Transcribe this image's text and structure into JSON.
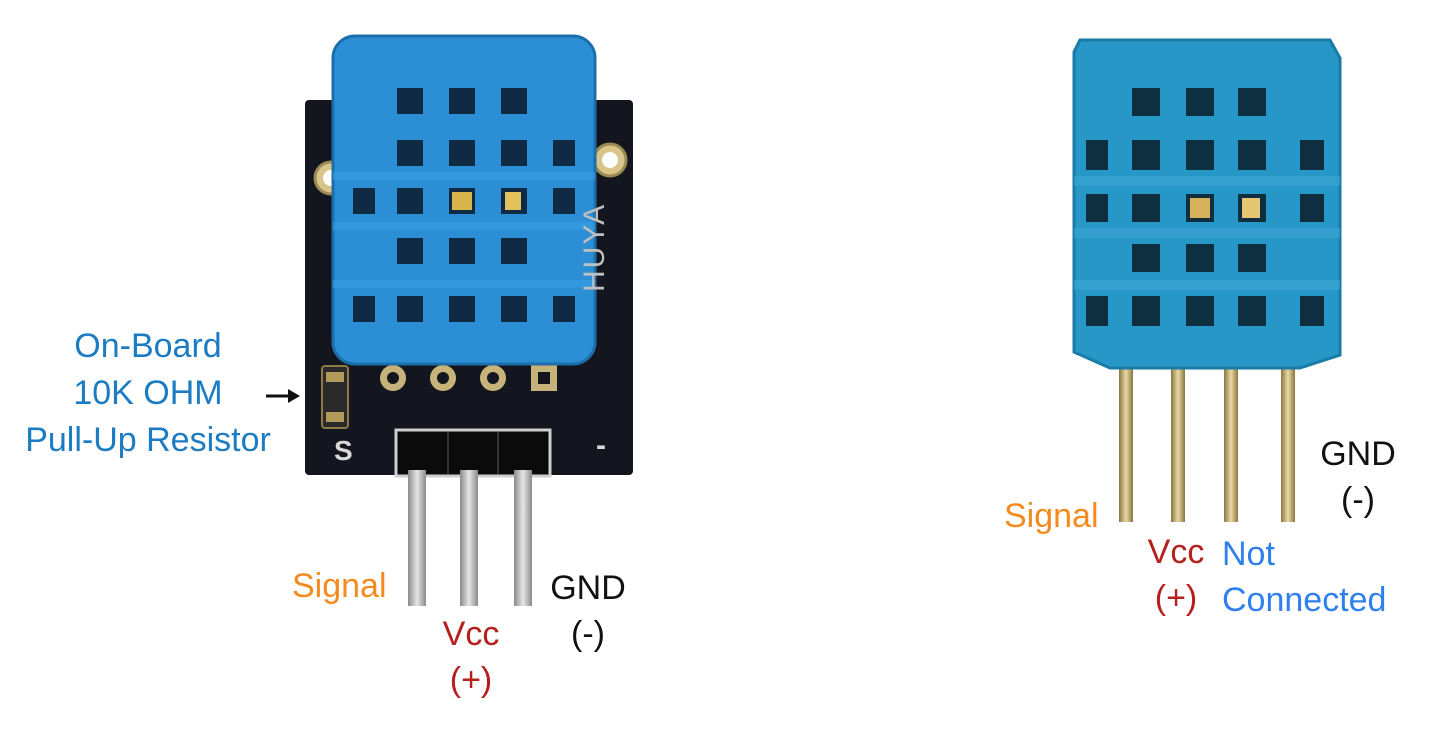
{
  "colors": {
    "signal": "#F58A1F",
    "vcc": "#B3201E",
    "gnd": "#111111",
    "onboard": "#1B7CC4",
    "not_connected": "#2F80ED",
    "sensor_blue_module": "#2C8FD6",
    "sensor_blue_bare": "#2797C8",
    "pcb": "#14161f",
    "pin_metal": "#c9c9c9",
    "bare_pin": "#c8b070"
  },
  "module": {
    "annotation": {
      "line1": "On-Board",
      "line2": "10K OHM",
      "line3": "Pull-Up Resistor"
    },
    "silkscreen": {
      "s_mark": "S",
      "minus_mark": "-",
      "brand": "HUYA"
    },
    "pins": {
      "signal": "Signal",
      "vcc_line1": "Vcc",
      "vcc_line2": "(+)",
      "gnd_line1": "GND",
      "gnd_line2": "(-)"
    }
  },
  "bare_sensor": {
    "pins": {
      "signal": "Signal",
      "vcc_line1": "Vcc",
      "vcc_line2": "(+)",
      "nc_line1": "Not",
      "nc_line2": "Connected",
      "gnd_line1": "GND",
      "gnd_line2": "(-)"
    }
  }
}
